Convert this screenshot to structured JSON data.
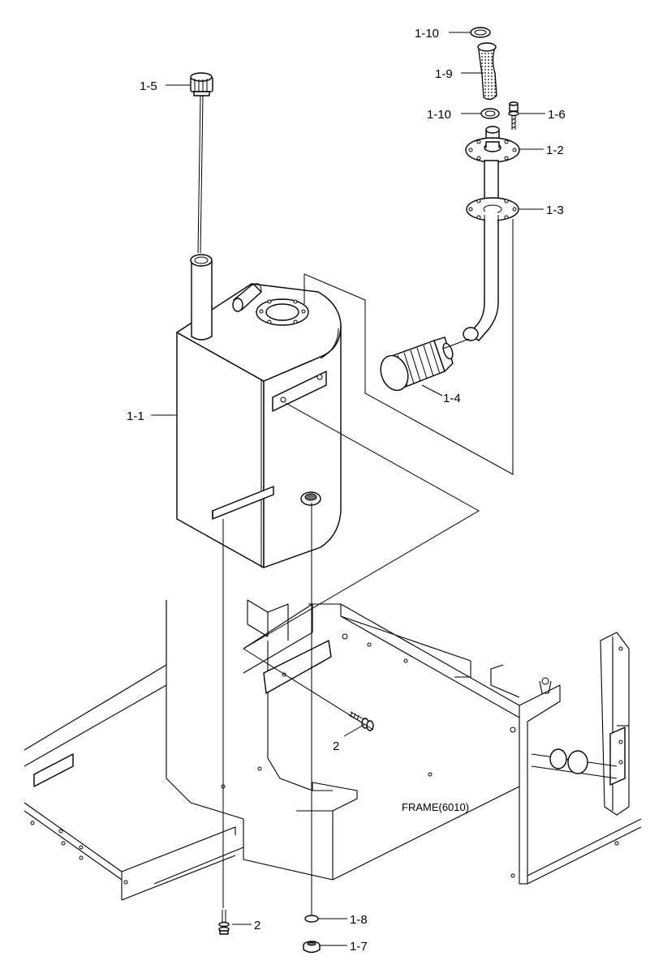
{
  "callouts": {
    "c1_10_top": "1-10",
    "c1_9": "1-9",
    "c1_10_mid": "1-10",
    "c1_6": "1-6",
    "c1_2": "1-2",
    "c1_3": "1-3",
    "c1_4": "1-4",
    "c1_5": "1-5",
    "c1_1": "1-1",
    "c2_bolt": "2",
    "c2_bottom": "2",
    "c1_8": "1-8",
    "c1_7": "1-7"
  },
  "frame_label": "FRAME(6010)"
}
